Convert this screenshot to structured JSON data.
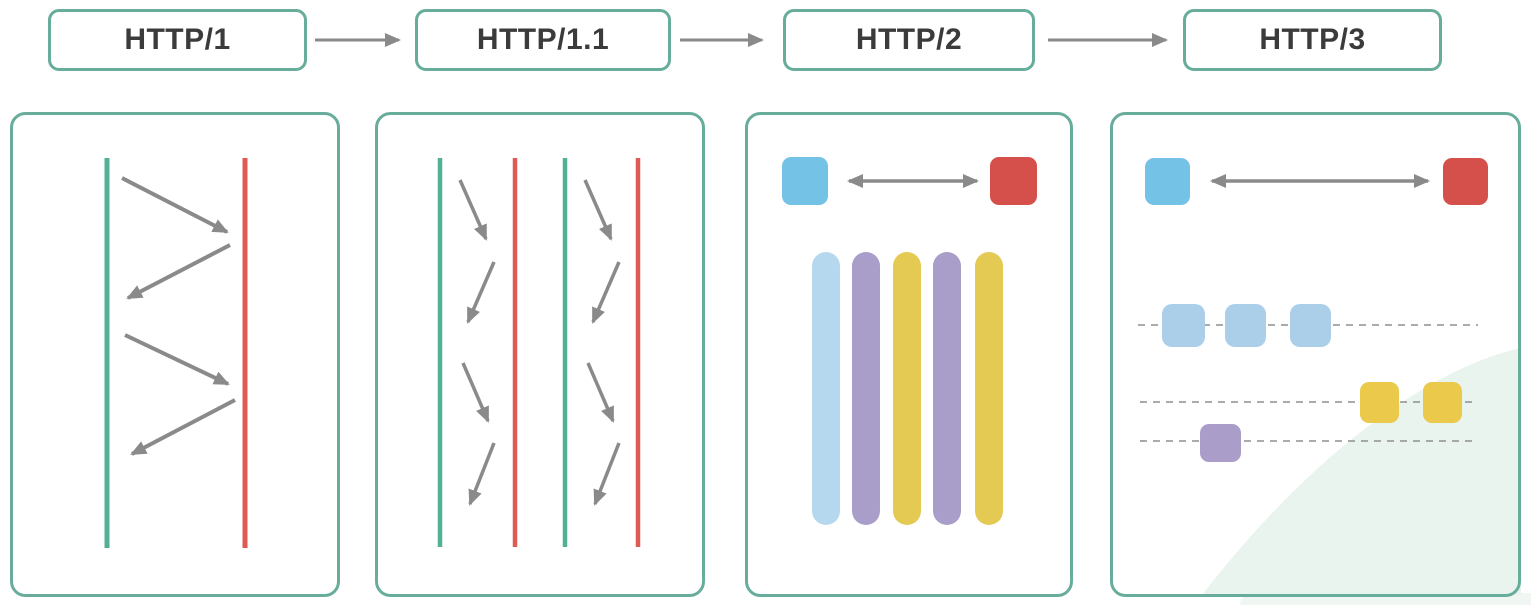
{
  "stages": [
    {
      "label": "HTTP/1"
    },
    {
      "label": "HTTP/1.1"
    },
    {
      "label": "HTTP/2"
    },
    {
      "label": "HTTP/3"
    }
  ],
  "diagram": {
    "type": "evolution-flow",
    "flow_order": [
      "HTTP/1",
      "HTTP/1.1",
      "HTTP/2",
      "HTTP/3"
    ],
    "panels": [
      {
        "stage": "HTTP/1",
        "elements": "one client timeline (green) and one server timeline (red) with 4 alternating sequential request/response arrows"
      },
      {
        "stage": "HTTP/1.1",
        "elements": "two parallel connections, each a green client timeline and red server timeline with 4 zigzag arrows"
      },
      {
        "stage": "HTTP/2",
        "elements": "client square (blue) and server square (red) joined by double-headed arrow; 5 multiplexed stream bars colored light-blue, purple, yellow, purple, yellow"
      },
      {
        "stage": "HTTP/3",
        "elements": "client square (blue) and server square (red) joined by double-headed arrow; 3 dashed stream lanes carrying 3 light-blue packets, 2 yellow packets, 1 purple packet; decorative mint blob bottom-right"
      }
    ]
  },
  "colors": {
    "teal-border": "#68ad9c",
    "header-text": "#3b3b3b",
    "arrow-gray": "#8a8a8a",
    "dash-gray": "#8f8f8f",
    "client-green": "#52b094",
    "server-red": "#e05a54",
    "client-node-blue": "#74c3e7",
    "server-node-red": "#d6504b",
    "stream-light-blue": "#b6d8ef",
    "stream-purple": "#a99dca",
    "stream-yellow": "#e4ca52",
    "packet-blue": "#abcfe9",
    "packet-yellow": "#eac94b",
    "packet-purple": "#aa9dca",
    "blob-mint": "#e9f4ee",
    "panel-bg": "#ffffff",
    "page-bg": "#ffffff"
  }
}
